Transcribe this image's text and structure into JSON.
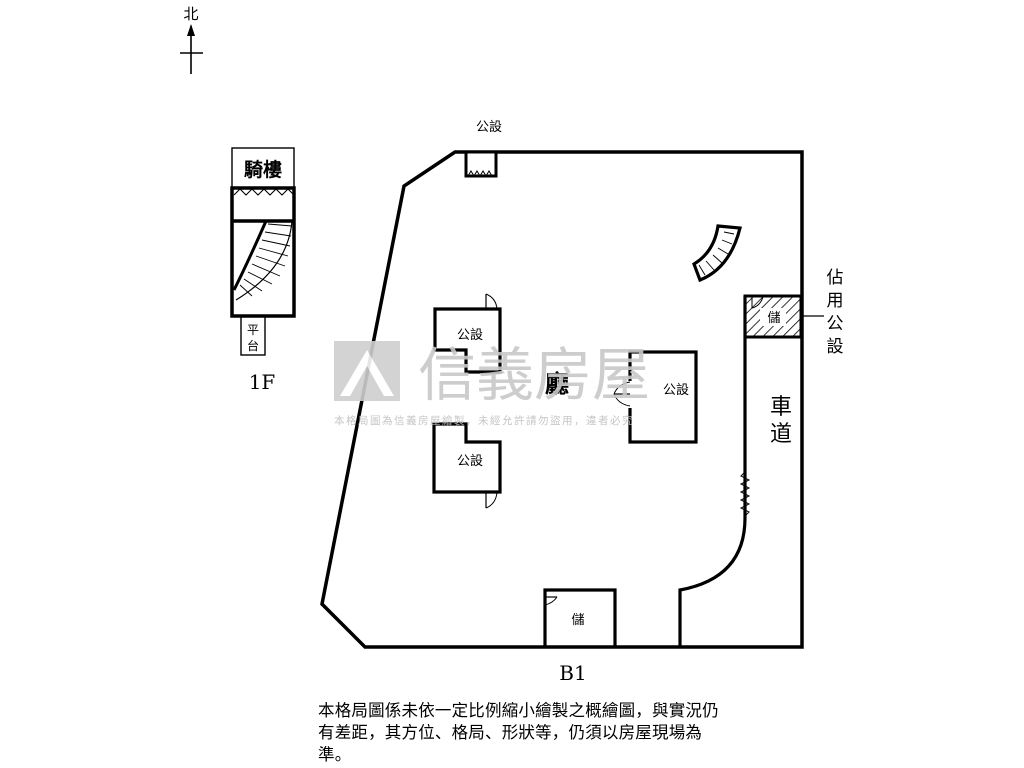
{
  "compass": {
    "label": "北"
  },
  "floor_1f": {
    "arcade_label": "騎樓",
    "platform_label_top": "平",
    "platform_label_bottom": "台",
    "floor_label": "1F"
  },
  "floor_b1": {
    "floor_label": "B1",
    "top_facility_label": "公設",
    "facility_upper_left": "公設",
    "facility_lower_left": "公設",
    "facility_right": "公設",
    "hall_label": "廳",
    "storage_bottom": "儲",
    "storage_right": "儲",
    "ramp_label_top": "車",
    "ramp_label_bottom": "道",
    "occupied_public_chars": [
      "佔",
      "用",
      "公",
      "設"
    ]
  },
  "watermark": {
    "brand": "信義房屋",
    "notice": "本格局圖為信義房屋繪製，未經允許請勿盜用，違者必究"
  },
  "disclaimer": "本格局圖係未依一定比例縮小繪製之概繪圖，與實況仍有差距，其方位、格局、形狀等，仍須以房屋現場為準。",
  "colors": {
    "line": "#000000",
    "watermark": "#c8c8c8",
    "hatch": "#000000"
  }
}
